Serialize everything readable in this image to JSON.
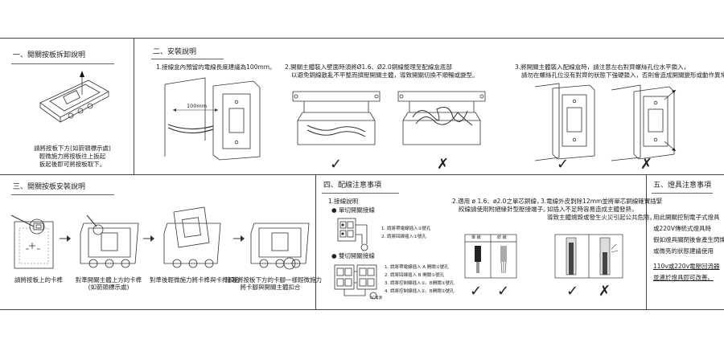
{
  "s1": {
    "title": "一、開關按板拆卸說明",
    "desc": [
      "請將按板下方(如箭頭標示處)",
      "輕微施力將按板往上扳起",
      "扳起後即可將按板取下。"
    ]
  },
  "s2": {
    "title": "二、安裝說明",
    "step1": "1.接線盒內預留的電線長度建議為100mm。",
    "dim": "100mm",
    "step2": [
      "2.開關主體裝入壁面時須將Ø1.6、Ø2.0銅線整理至配線盒底部",
      "以避免銅線散亂不平整而擠壓開關主體，導致開關切換不順暢或變型。"
    ],
    "step3": [
      "3.將開關主體裝入配線盒時，請注意左右對齊螺絲孔位水平鎖入，",
      "請勿在螺絲孔位沒有對齊的狀態下強硬鎖入，否則會造成開關變形或動作異常。"
    ],
    "marks": [
      "✓",
      "✗",
      "✓",
      "✗"
    ]
  },
  "s3": {
    "title": "三、開關按板安裝說明",
    "captions": [
      [
        "請將按板上的卡榫"
      ],
      [
        "對準開關主體上方的卡榫",
        "(如箭頭標示處)"
      ],
      [
        "對準後輕微施力將卡榫與卡榫扣合"
      ],
      [
        "接著將按板下方的卡腳一樣輕微施力",
        "將卡腳與開關主體扣合"
      ]
    ]
  },
  "s4": {
    "title": "四、配線注意事項",
    "wiring": {
      "heading": "1.接線說明",
      "single": "單切開關接線",
      "single_notes": [
        "1. 請將帶電線插入①號孔",
        "2. 請將回線插入①號孔"
      ],
      "double": "雙切開關接線",
      "double_notes": [
        "1. 請將帶電線插入 A 開關①號孔",
        "2. 請將回線插入 B 開關①號孔",
        "3. 請將控制線插入①、B開關①號孔",
        "4. 請將控制線插入②、B開關②號孔"
      ],
      "diagram_label": "AC電源"
    },
    "note2": [
      "2.適用 ø 1.6、ø2.0之單芯銅線，",
      "絞線請使用附絕緣針型壓接端子。"
    ],
    "note3": [
      "3.電線外皮剝除12mm並將單芯銅線確實插緊",
      "如插入不足時容易造成主體發熱，",
      "導致主體燒毀或發生火災引起公共危險。"
    ],
    "wire_labels": [
      "單  線",
      "絞  線"
    ],
    "marks": [
      "✓",
      "✓",
      "✓",
      "✗"
    ]
  },
  "s5": {
    "title": "五、燈具注意事項",
    "lines": [
      "用此開關控制電子式燈具",
      "或220V傳統式燈具時",
      "假如燈具關閉後會產生閃爍",
      "或微亮的狀態建議使用"
    ],
    "lines2": [
      "110v或220v電壓回流器",
      "並連於燈具即可改善。"
    ]
  }
}
